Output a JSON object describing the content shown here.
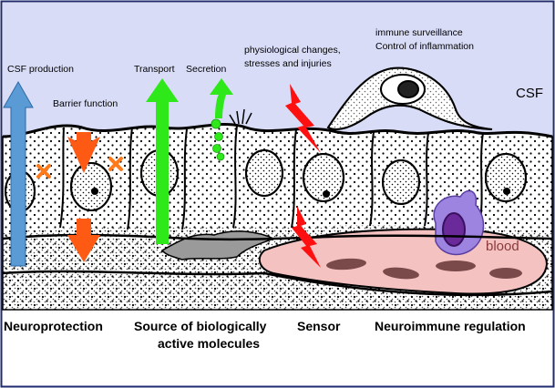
{
  "labels": {
    "csf_production": "CSF production",
    "barrier_function": "Barrier function",
    "transport": "Transport",
    "secretion": "Secretion",
    "physiological_line1": "physiological changes,",
    "physiological_line2": "stresses and injuries",
    "immune_line1": "immune surveillance",
    "immune_line2": "Control of inflammation",
    "csf": "CSF",
    "blood": "blood"
  },
  "functions": {
    "neuroprotection": "Neuroprotection",
    "source_line1": "Source of biologically",
    "source_line2": "active molecules",
    "sensor": "Sensor",
    "neuroimmune": "Neuroimmune regulation"
  },
  "colors": {
    "csf_region": "#d8dcf6",
    "frame": "#1e2b6e",
    "csf_arrow": "#5b9bd5",
    "barrier_arrow": "#ff5a14",
    "barrier_cross": "#ff7a1a",
    "transport_arrow": "#2ee81a",
    "sensor_bolt": "#ff1010",
    "blood_vessel": "#f5c2c2",
    "immune_cell": "#9d84e0",
    "immune_nucleus": "#6a2a9a",
    "rbc": "#7a4a4a"
  },
  "icons": {
    "cross": "x-mark-icon",
    "lightning": "lightning-bolt-icon",
    "arrow": "arrow-icon"
  }
}
